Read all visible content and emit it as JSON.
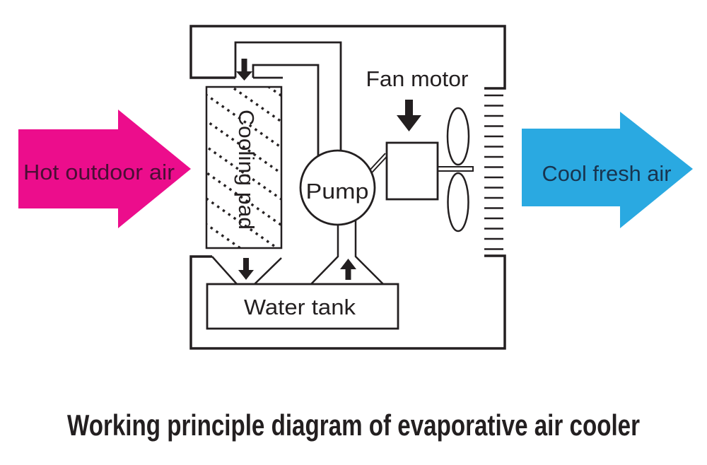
{
  "caption": "Working principle diagram of evaporative air cooler",
  "arrows": {
    "hot": {
      "label": "Hot outdoor air",
      "fill": "#ec0d8c",
      "text_color": "#4a0e35"
    },
    "cool": {
      "label": "Cool fresh air",
      "fill": "#2aa9e1",
      "text_color": "#18344f"
    }
  },
  "components": {
    "cooling_pad": "Cooling pad",
    "pump": "Pump",
    "fan_motor": "Fan motor",
    "water_tank": "Water tank"
  },
  "line_color": "#231f20"
}
